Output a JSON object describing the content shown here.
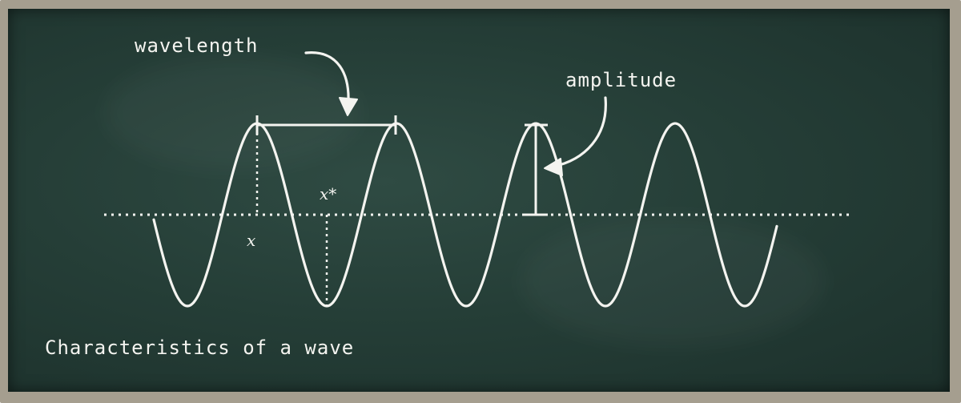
{
  "diagram": {
    "caption": "Characteristics of a wave",
    "labels": {
      "wavelength": "wavelength",
      "amplitude": "amplitude",
      "x": "x",
      "x_star": "x*"
    },
    "colors": {
      "board": "#253e37",
      "frame": "#a59e8f",
      "chalk": "#f4f4f0"
    }
  }
}
